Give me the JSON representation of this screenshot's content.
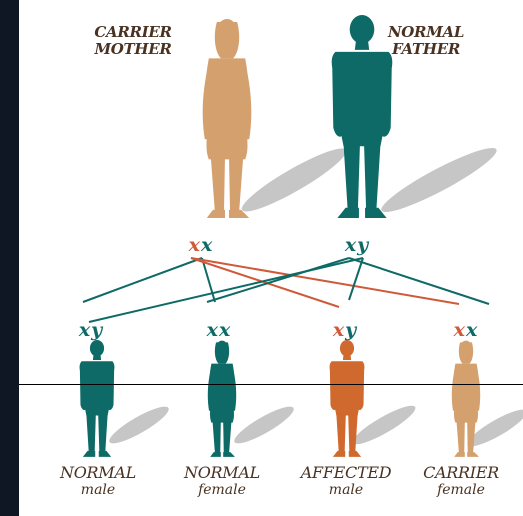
{
  "colors": {
    "teal": "#0e6a66",
    "tan": "#d3a06e",
    "affected": "#d0692e",
    "red_gene": "#cf5a3a",
    "shadow": "#c6c6c6",
    "label_text": "#4a3222",
    "background": "#ffffff",
    "frame": "#0f1724"
  },
  "parents": {
    "mother": {
      "label_1": "CARRIER",
      "label_2": "MOTHER",
      "gene_1": "x",
      "gene_2": "x",
      "fill": "tan"
    },
    "father": {
      "label_1": "NORMAL",
      "label_2": "FATHER",
      "gene_1": "x",
      "gene_2": "y",
      "fill": "teal"
    }
  },
  "children": [
    {
      "label_1": "NORMAL",
      "label_2": "male",
      "gene_1": "x",
      "gene_2": "y",
      "fill": "teal",
      "sex": "male"
    },
    {
      "label_1": "NORMAL",
      "label_2": "female",
      "gene_1": "x",
      "gene_2": "x",
      "fill": "teal",
      "sex": "female"
    },
    {
      "label_1": "AFFECTED",
      "label_2": "male",
      "gene_1": "x",
      "gene_2": "y",
      "fill": "affected",
      "sex": "male"
    },
    {
      "label_1": "CARRIER",
      "label_2": "female",
      "gene_1": "x",
      "gene_2": "x",
      "fill": "tan",
      "sex": "female"
    }
  ],
  "gene_colors": {
    "mother": [
      "red_gene",
      "teal"
    ],
    "father": [
      "teal",
      "teal"
    ],
    "children": [
      [
        "teal",
        "teal"
      ],
      [
        "teal",
        "teal"
      ],
      [
        "red_gene",
        "teal"
      ],
      [
        "red_gene",
        "teal"
      ]
    ]
  }
}
